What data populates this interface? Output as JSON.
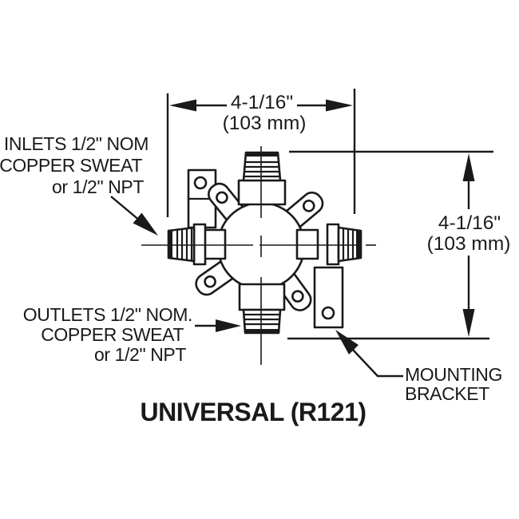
{
  "title": "UNIVERSAL (R121)",
  "labels": {
    "inlets": {
      "line1": "INLETS 1/2\" NOM",
      "line2": "COPPER SWEAT",
      "line3": "or 1/2\" NPT"
    },
    "outlets": {
      "line1": "OUTLETS 1/2\" NOM.",
      "line2": "COPPER SWEAT",
      "line3": "or 1/2\" NPT"
    },
    "mounting_bracket": {
      "line1": "MOUNTING",
      "line2": "BRACKET"
    }
  },
  "dimensions": {
    "width": {
      "value_in": "4-1/16\"",
      "value_mm": "(103 mm)"
    },
    "height": {
      "value_in": "4-1/16\"",
      "value_mm": "(103 mm)"
    }
  },
  "colors": {
    "line": "#1a1a1a",
    "background": "#ffffff"
  }
}
